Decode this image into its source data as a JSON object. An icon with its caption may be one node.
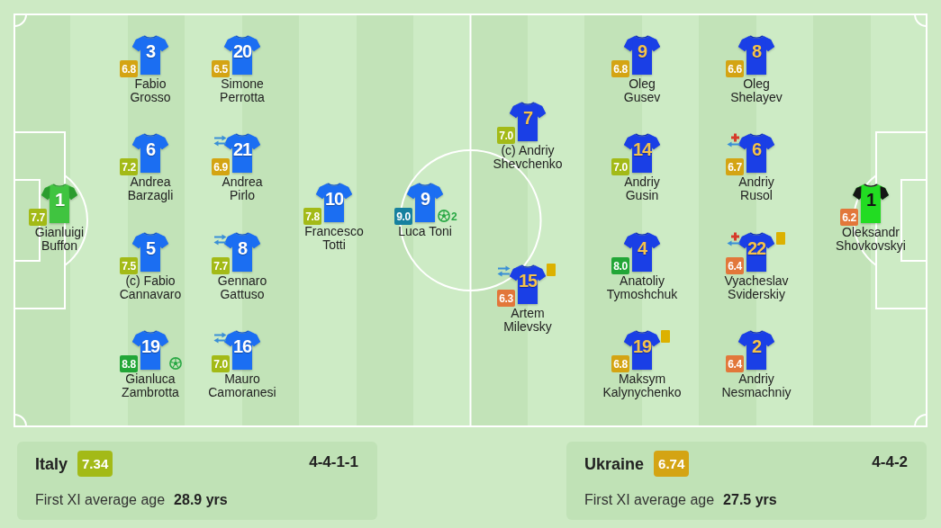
{
  "diagram": {
    "nodes": [
      {
        "text": [],
        "shape": "box"
      },
      {
        "text": [
          "1"
        ],
        "beside": [
          "7.7",
          "Gianluigi Buffon"
        ],
        "in": 0
      },
      {
        "text": [
          "3"
        ],
        "beside": [
          "6.8",
          "Fabio Grosso"
        ],
        "in": 0
      },
      {
        "text": [
          "6"
        ],
        "beside": [
          "7.2",
          "Andrea Barzagli"
        ],
        "in": 0
      },
      {
        "text": [
          "5"
        ],
        "beside": [
          "7.5",
          "(c) Fabio Cannavaro"
        ],
        "in": 0
      },
      {
        "text": [
          "19"
        ],
        "beside": [
          "8.8",
          "Gianluca Zambrotta"
        ],
        "in": 0
      },
      {
        "text": [
          "20"
        ],
        "beside": [
          "6.5",
          "Simone Perrotta"
        ],
        "in": 0
      },
      {
        "text": [
          "21"
        ],
        "beside": [
          "6.9",
          "Andrea Pirlo"
        ],
        "in": 0
      },
      {
        "text": [
          "8"
        ],
        "beside": [
          "7.7",
          "Gennaro Gattuso"
        ],
        "in": 0
      },
      {
        "text": [
          "16"
        ],
        "beside": [
          "7.0",
          "Mauro Camoranesi"
        ],
        "in": 0
      },
      {
        "text": [
          "10"
        ],
        "beside": [
          "7.8",
          "Francesco Totti"
        ],
        "in": 0
      },
      {
        "text": [
          "9"
        ],
        "beside": [
          "9.0",
          "2",
          "Luca Toni"
        ],
        "in": 0
      },
      {
        "text": [
          "7"
        ],
        "beside": [
          "7.0",
          "(c) Andriy Shevchenko"
        ],
        "in": 0
      },
      {
        "text": [
          "15"
        ],
        "beside": [
          "6.3",
          "Artem Milevsky"
        ],
        "in": 0
      },
      {
        "text": [
          "9"
        ],
        "beside": [
          "6.8",
          "Oleg Gusev"
        ],
        "in": 0
      },
      {
        "text": [
          "14"
        ],
        "beside": [
          "7.0",
          "Andriy Gusin"
        ],
        "in": 0
      },
      {
        "text": [
          "4"
        ],
        "beside": [
          "8.0",
          "Anatoliy Tymoshchuk"
        ],
        "in": 0
      },
      {
        "text": [
          "19"
        ],
        "beside": [
          "6.8",
          "Maksym Kalynychenko"
        ],
        "in": 0
      },
      {
        "text": [
          "8"
        ],
        "beside": [
          "6.6",
          "Oleg Shelayev"
        ],
        "in": 0
      },
      {
        "text": [
          "6"
        ],
        "beside": [
          "6.7",
          "Andriy Rusol"
        ],
        "in": 0
      },
      {
        "text": [
          "22"
        ],
        "beside": [
          "6.4",
          "Vyacheslav Sviderskiy"
        ],
        "in": 0
      },
      {
        "text": [
          "2"
        ],
        "beside": [
          "6.4",
          "Andriy Nesmachniy"
        ],
        "in": 0
      },
      {
        "text": [
          "1"
        ],
        "beside": [
          "6.2",
          "Oleksandr Shovkovskyi"
        ],
        "in": 0
      },
      {
        "text": [
          "Italy",
          "7.34",
          "4-4-1-1",
          "First XI average age",
          "28.9 yrs"
        ]
      },
      {
        "text": [
          "Ukraine",
          "6.74",
          "4-4-2",
          "First XI average age",
          "27.5 yrs"
        ]
      }
    ]
  }
}
